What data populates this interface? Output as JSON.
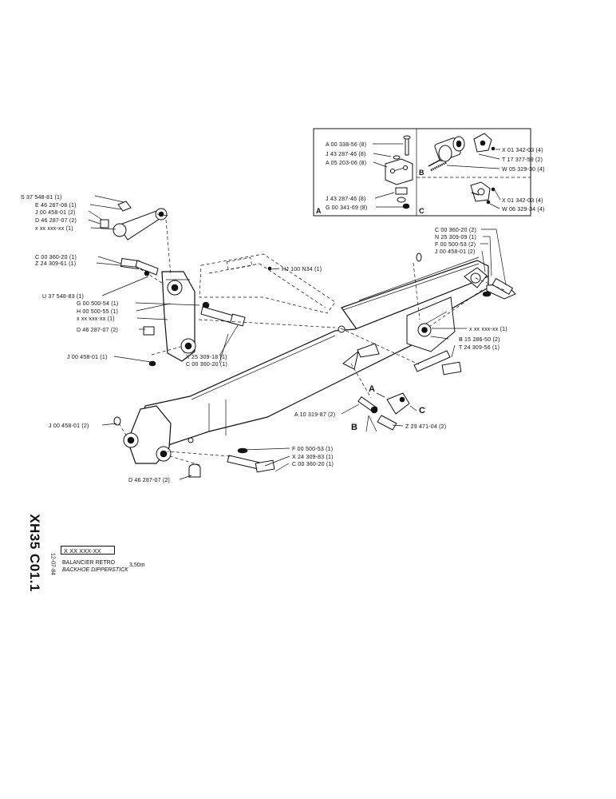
{
  "labels": {
    "L01": "S 37 548-81 (1)",
    "L02": "E 46 287-08 (1)",
    "L03": "J 00 458-01 (2)",
    "L04": "D 46 287-07 (2)",
    "L05": "x xx xxx-xx (1)",
    "L06": "C 00 360-20 (1)",
    "L07": "Z 24 309-61 (1)",
    "L08": "U 37 548-83 (1)",
    "L09": "G 00 500-54 (1)",
    "L10": "H 00 500-55 (1)",
    "L11": "x xx xxx-xx (1)",
    "L12": "D 46 287-07 (2)",
    "L13": "J 00 458-01 (1)",
    "L14": "J 00 458-01 (2)",
    "L15": "D 46 287-07 (2)",
    "L16": "HJ 100 N34 (1)",
    "L17": "X 25 309-18 (1)",
    "L18": "C 00 360-20 (1)",
    "L19": "A 10 319-87 (2)",
    "L20": "Z 29 471-04 (2)",
    "L21": "F 00 500-53 (1)",
    "L22": "X 24 309-83 (1)",
    "L23": "C 00 360-20 (1)",
    "L24": "C 00 360-20 (2)",
    "L25": "N 25 309-09 (1)",
    "L26": "F 00 500-53 (2)",
    "L27": "J 00 458-01 (2)",
    "L28": "x xx xxx-xx (1)",
    "L29": "B 15 286-50 (2)",
    "L30": "T 24 309-56 (1)",
    "I01": "A 00 338-56 (8)",
    "I02": "J 43 287-46 (8)",
    "I03": "A 05 203-06 (8)",
    "I04": "J 43 287-46 (8)",
    "I05": "G 00 341-69 (8)",
    "I06": "X 01 342-03 (4)",
    "I07": "T 17 377-59 (2)",
    "I08": "W 05 329-30 (4)",
    "I09": "X 01 342-03 (4)",
    "I10": "W 06 329-34 (4)"
  },
  "callouts": {
    "a": "A",
    "b": "B",
    "c": "C"
  },
  "inset_letters": {
    "a": "A",
    "b": "B",
    "c": "C"
  },
  "title_block": {
    "code": "XH35 C01.1",
    "date": "12-07-84",
    "ref": "X XX XXX-XX",
    "title_fr": "BALANCIER RETRO",
    "title_en": "BACKHOE DIPPERSTICK",
    "length": "3,50m"
  }
}
